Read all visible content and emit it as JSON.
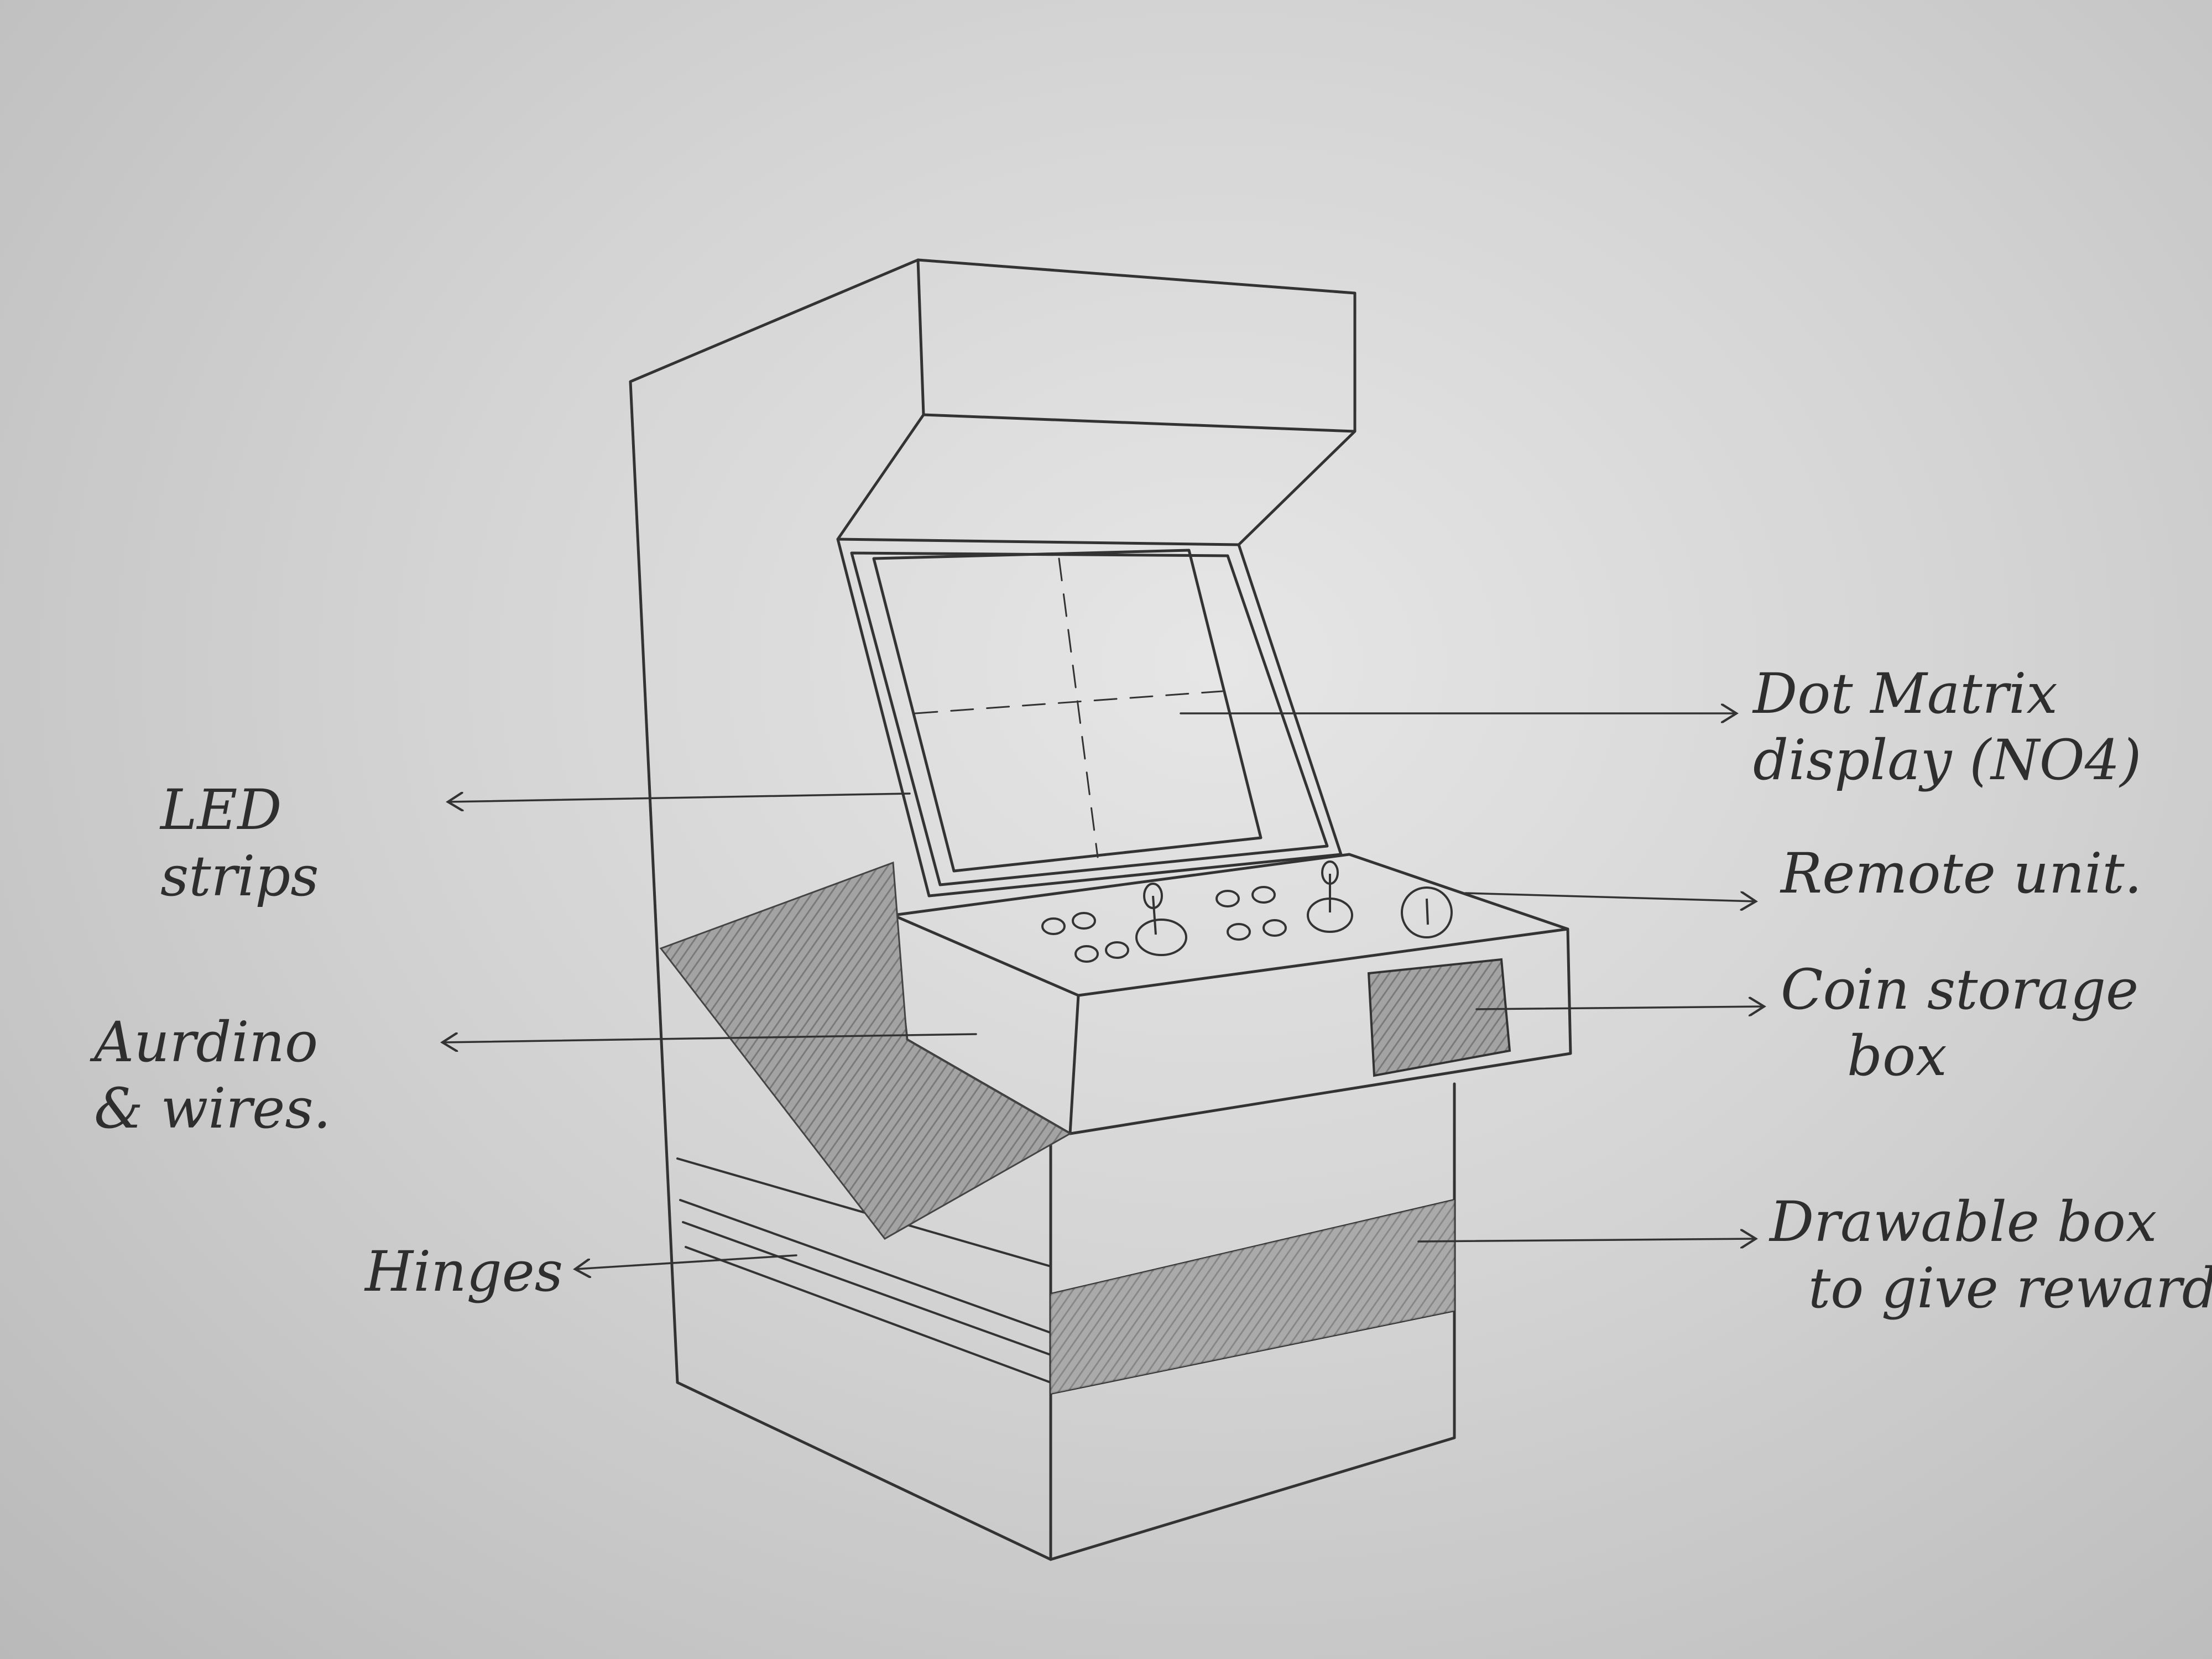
{
  "labels": {
    "led_strips": [
      "LED",
      "strips"
    ],
    "arduino_wires": [
      "Aurdino",
      "& wires."
    ],
    "hinges": "Hinges",
    "dot_matrix_display": [
      "Dot Matrix",
      "display (NO4)"
    ],
    "remote_unit": "Remote unit.",
    "coin_storage_box": [
      "Coin storage",
      "box"
    ],
    "drawable_box": [
      "Drawable box",
      "to give rewards"
    ]
  },
  "colors": {
    "paper": "#dedede",
    "pencil": "#2e2e2e",
    "shading": "#8a8a8a"
  }
}
